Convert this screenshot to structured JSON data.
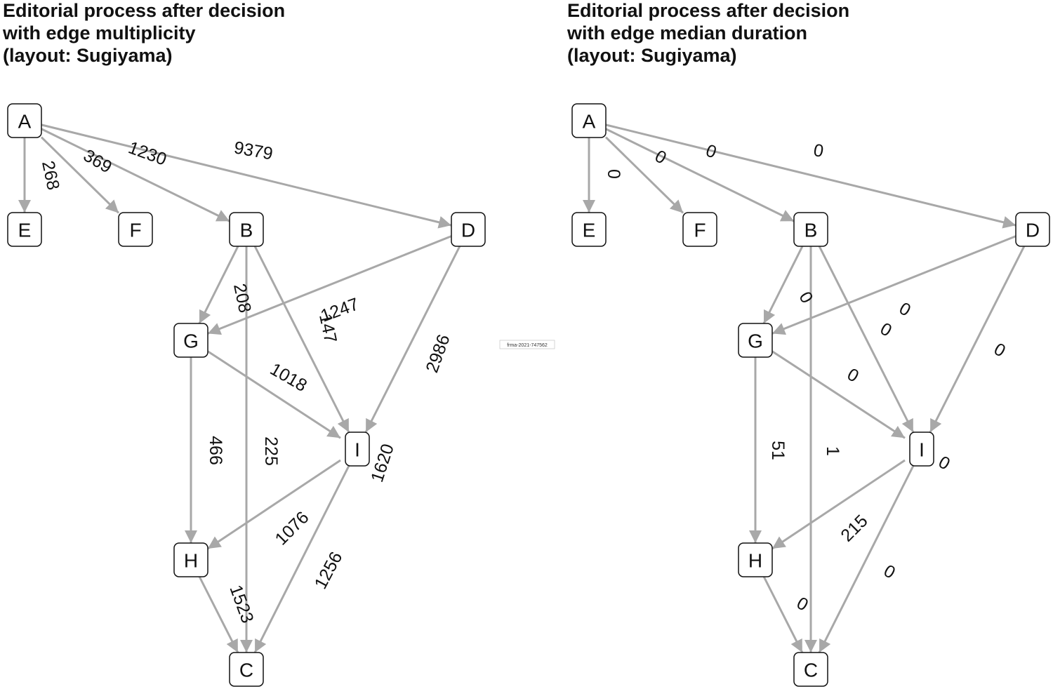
{
  "colors": {
    "edge": "#a8a8a8",
    "node_border": "#111111",
    "text": "#111111",
    "background": "#ffffff"
  },
  "watermark": "frma-2021-747562",
  "graphs": [
    {
      "id": "left",
      "title_lines": [
        "Editorial process after decision",
        "with edge multiplicity",
        "(layout: Sugiyama)"
      ],
      "nodes": [
        "A",
        "E",
        "F",
        "B",
        "D",
        "G",
        "I",
        "H",
        "C"
      ],
      "edges": [
        {
          "from": "A",
          "to": "E",
          "label": "268"
        },
        {
          "from": "A",
          "to": "F",
          "label": "369"
        },
        {
          "from": "A",
          "to": "B",
          "label": "1230"
        },
        {
          "from": "A",
          "to": "D",
          "label": "9379"
        },
        {
          "from": "B",
          "to": "G",
          "label": "208"
        },
        {
          "from": "B",
          "to": "C",
          "label": "225"
        },
        {
          "from": "B",
          "to": "I",
          "label": "147"
        },
        {
          "from": "D",
          "to": "G",
          "label": "1247"
        },
        {
          "from": "D",
          "to": "I",
          "label": "2986"
        },
        {
          "from": "G",
          "to": "I",
          "label": "1018"
        },
        {
          "from": "G",
          "to": "H",
          "label": "466"
        },
        {
          "from": "I",
          "to": "H",
          "label": "1076"
        },
        {
          "from": "I",
          "to": "C",
          "label": "1256"
        },
        {
          "from": "H",
          "to": "C",
          "label": "1523"
        },
        {
          "from": "I",
          "to": "I",
          "label": "1620"
        }
      ]
    },
    {
      "id": "right",
      "title_lines": [
        "Editorial process after decision",
        "with edge median duration",
        "(layout: Sugiyama)"
      ],
      "nodes": [
        "A",
        "E",
        "F",
        "B",
        "D",
        "G",
        "I",
        "H",
        "C"
      ],
      "edges": [
        {
          "from": "A",
          "to": "E",
          "label": "0"
        },
        {
          "from": "A",
          "to": "F",
          "label": "0"
        },
        {
          "from": "A",
          "to": "B",
          "label": "0"
        },
        {
          "from": "A",
          "to": "D",
          "label": "0"
        },
        {
          "from": "B",
          "to": "G",
          "label": "0"
        },
        {
          "from": "B",
          "to": "C",
          "label": "1"
        },
        {
          "from": "B",
          "to": "I",
          "label": "0"
        },
        {
          "from": "D",
          "to": "G",
          "label": "0"
        },
        {
          "from": "D",
          "to": "I",
          "label": "0"
        },
        {
          "from": "G",
          "to": "I",
          "label": "0"
        },
        {
          "from": "G",
          "to": "H",
          "label": "51"
        },
        {
          "from": "I",
          "to": "H",
          "label": "215"
        },
        {
          "from": "I",
          "to": "C",
          "label": "0"
        },
        {
          "from": "H",
          "to": "C",
          "label": "0"
        },
        {
          "from": "I",
          "to": "I",
          "label": "0"
        }
      ]
    }
  ]
}
